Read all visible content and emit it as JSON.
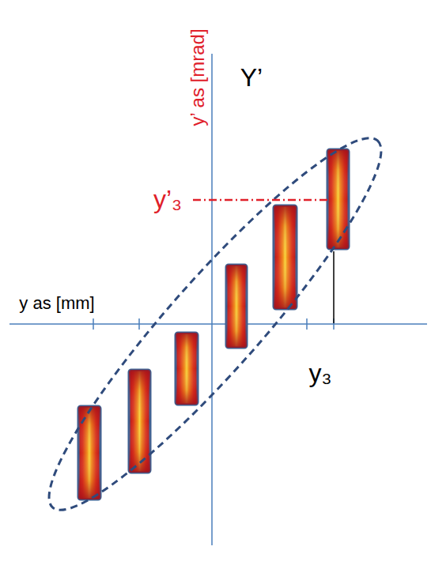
{
  "diagram": {
    "labels": [
      "y’ as [mrad]",
      "Y’",
      "y’₃",
      "y as [mm]",
      "y₃"
    ]
  }
}
